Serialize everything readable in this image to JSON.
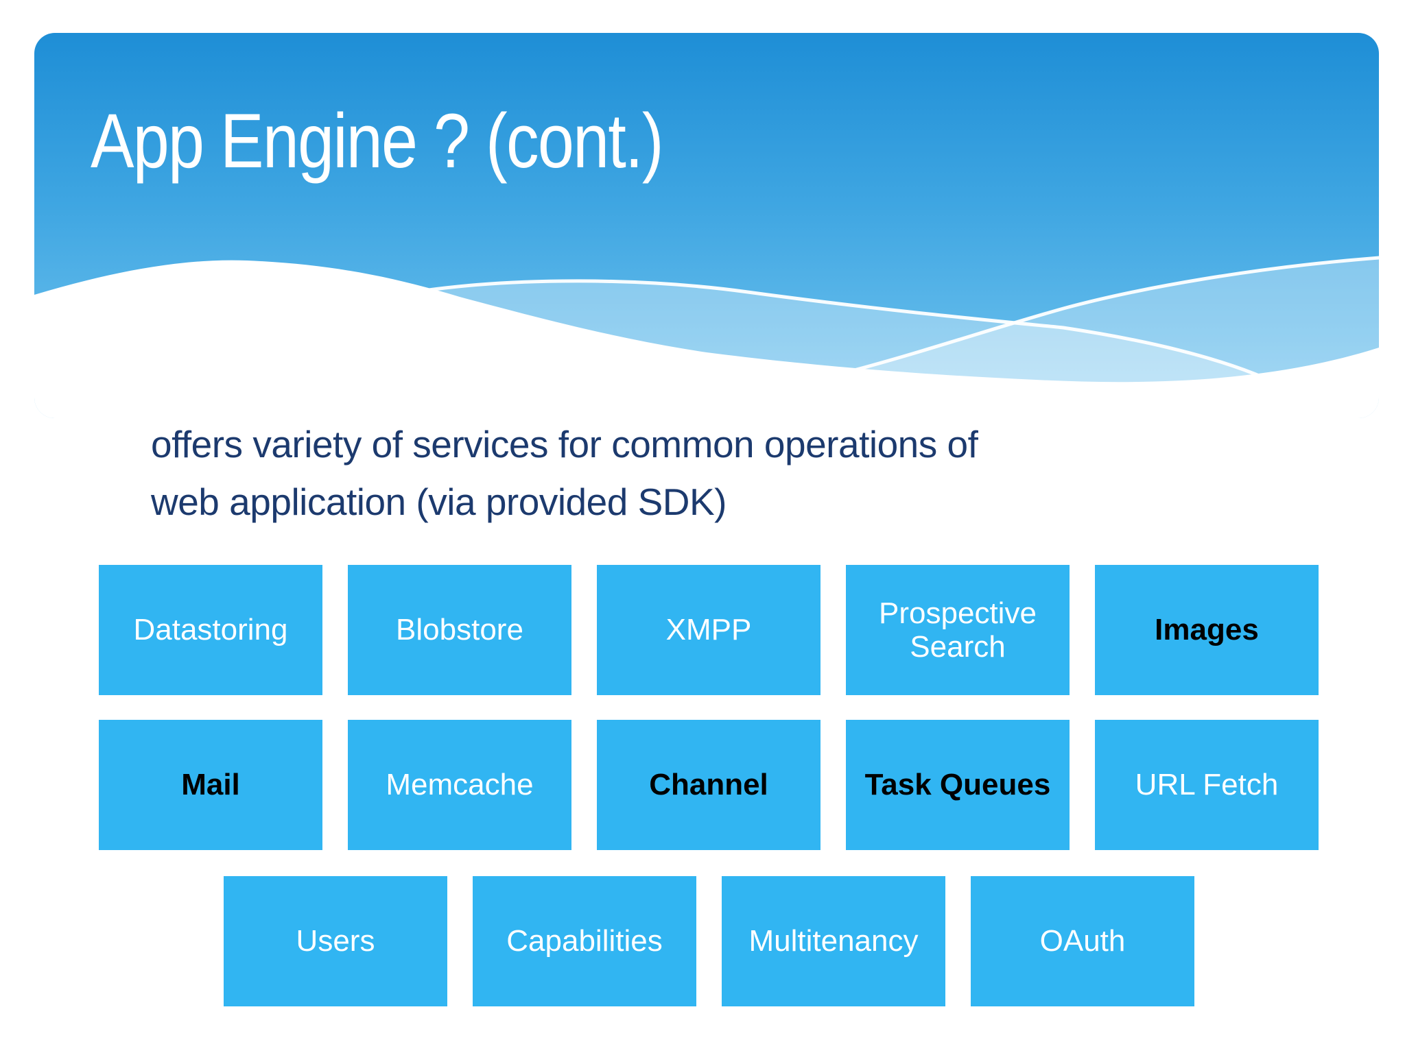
{
  "slide": {
    "title": "App Engine ? (cont.)",
    "body": {
      "line1": "offers variety of services for common operations of",
      "line2": "web application (via provided SDK)"
    },
    "service_rows": [
      {
        "items": [
          {
            "label": "Datastoring",
            "emphasized": false
          },
          {
            "label": "Blobstore",
            "emphasized": false
          },
          {
            "label": "XMPP",
            "emphasized": false
          },
          {
            "label": "Prospective Search",
            "emphasized": false
          },
          {
            "label": "Images",
            "emphasized": true
          }
        ]
      },
      {
        "items": [
          {
            "label": "Mail",
            "emphasized": true
          },
          {
            "label": "Memcache",
            "emphasized": false
          },
          {
            "label": "Channel",
            "emphasized": true
          },
          {
            "label": "Task Queues",
            "emphasized": true
          },
          {
            "label": "URL Fetch",
            "emphasized": false
          }
        ]
      },
      {
        "items": [
          {
            "label": "Users",
            "emphasized": false
          },
          {
            "label": "Capabilities",
            "emphasized": false
          },
          {
            "label": "Multitenancy",
            "emphasized": false
          },
          {
            "label": "OAuth",
            "emphasized": false
          }
        ]
      }
    ],
    "colors": {
      "header_gradient_top": "#1e8ed6",
      "header_gradient_mid": "#3fa6e2",
      "header_gradient_bottom": "#7fc8f0",
      "service_box_blue": "#31b5f2",
      "body_text_navy": "#1c3a6e",
      "title_text": "#ffffff",
      "emphasis_text": "#000000",
      "background": "#ffffff"
    }
  }
}
